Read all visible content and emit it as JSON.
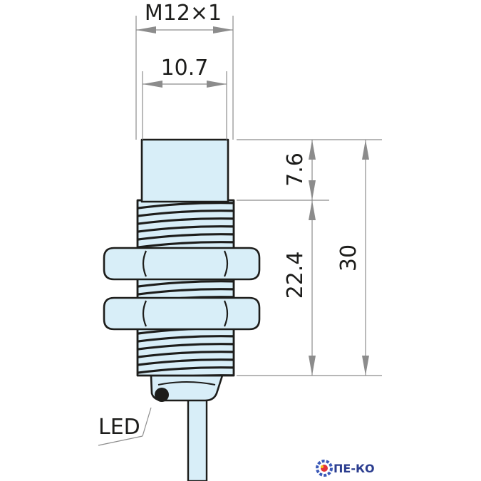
{
  "dimensions": {
    "thread": "M12×1",
    "face_width": "10.7",
    "head_length": "7.6",
    "thread_length": "22.4",
    "total_length": "30"
  },
  "labels": {
    "led": "LED"
  },
  "logo": {
    "text": "ПЕ-КО"
  },
  "colors": {
    "body_fill": "#d8eef8",
    "outline": "#1d1d1b",
    "dimension_lines": "#8c8c8c",
    "logo_text": "#2b3d8f"
  }
}
